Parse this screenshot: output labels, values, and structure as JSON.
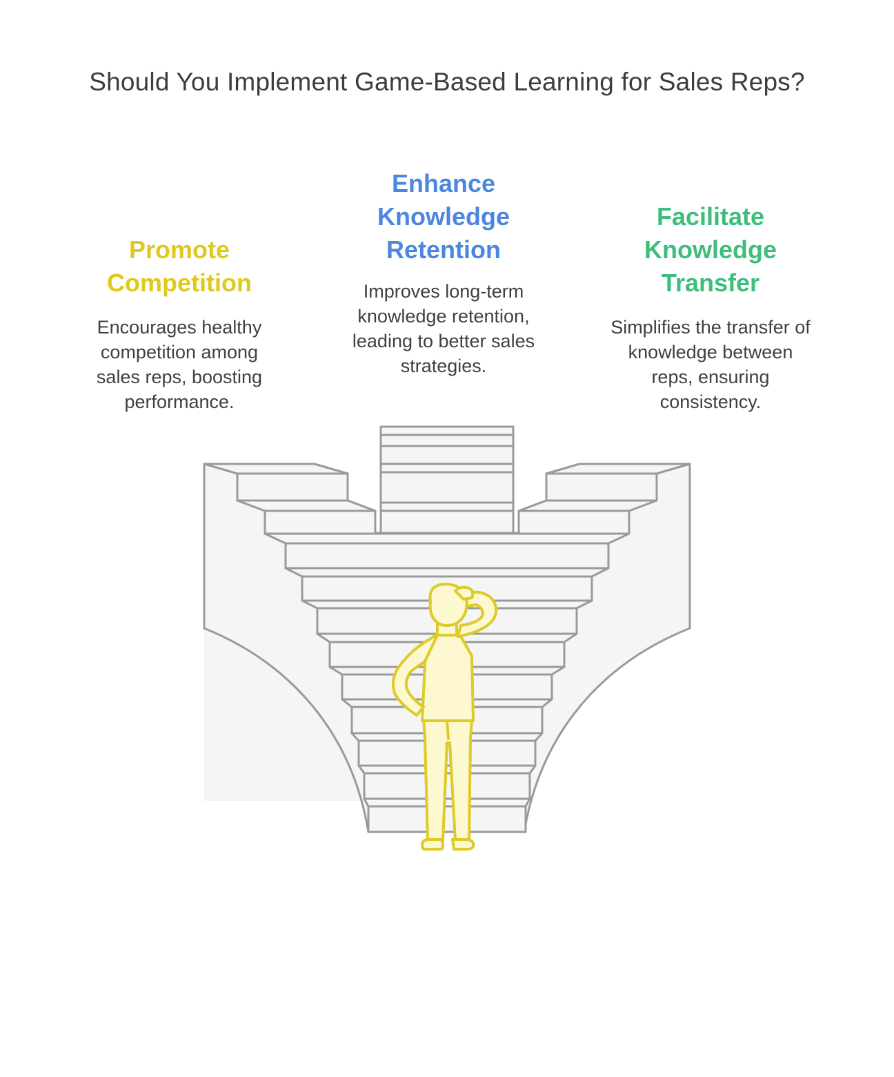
{
  "title": "Should You Implement Game-Based Learning for Sales Reps?",
  "options": [
    {
      "id": "left",
      "title": "Promote\nCompetition",
      "description": "Encourages healthy\ncompetition among\nsales reps, boosting\nperformance.",
      "color": "#dfc91c"
    },
    {
      "id": "middle",
      "title": "Enhance\nKnowledge\nRetention",
      "description": "Improves long-term\nknowledge retention,\nleading to better sales\nstrategies.",
      "color": "#4c86de"
    },
    {
      "id": "right",
      "title": "Facilitate\nKnowledge\nTransfer",
      "description": "Simplifies the transfer of\nknowledge between\nreps, ensuring\nconsistency.",
      "color": "#3ebd7b"
    }
  ],
  "colors": {
    "stair_fill": "#f5f5f5",
    "stair_stroke": "#9a9a9a",
    "person_fill": "#fdf8cf",
    "person_stroke": "#dccb28"
  },
  "icons": {
    "person": "thinking-person-icon",
    "stairs": "branching-stairs-icon"
  }
}
